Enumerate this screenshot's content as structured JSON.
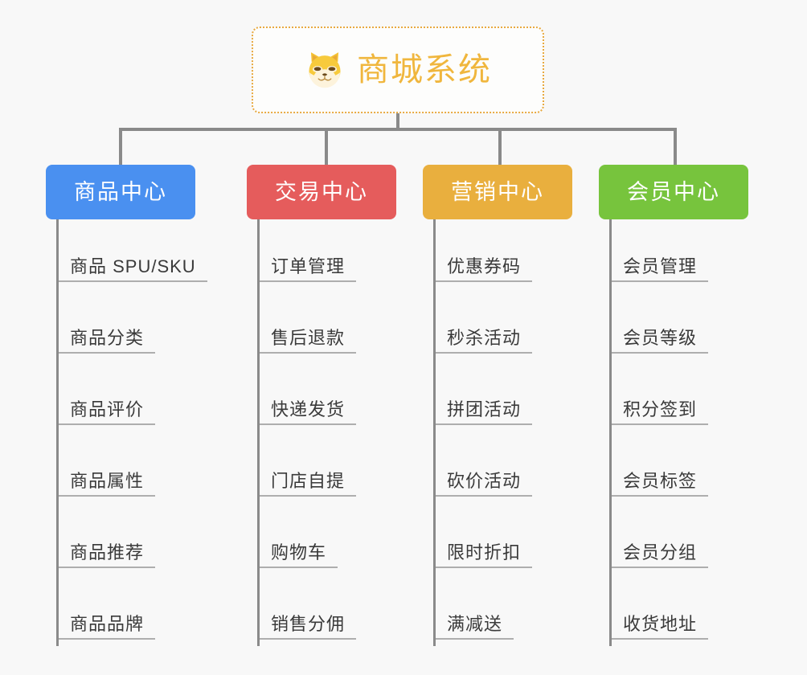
{
  "background_color": "#f8f8f8",
  "root": {
    "title": "商城系统",
    "icon": "shiba-inu-dog-face-icon",
    "text_color": "#f0b63d",
    "border_color": "#e8a940",
    "border_style": "dotted"
  },
  "connector_color": "#8a8a8a",
  "leaf_underline_color": "#aeaeae",
  "columns": [
    {
      "id": "product-center",
      "label": "商品中心",
      "color": "#4a90f0",
      "items": [
        "商品 SPU/SKU",
        "商品分类",
        "商品评价",
        "商品属性",
        "商品推荐",
        "商品品牌"
      ]
    },
    {
      "id": "trade-center",
      "label": "交易中心",
      "color": "#e55c5c",
      "items": [
        "订单管理",
        "售后退款",
        "快递发货",
        "门店自提",
        "购物车",
        "销售分佣"
      ]
    },
    {
      "id": "marketing-center",
      "label": "营销中心",
      "color": "#e9af3e",
      "items": [
        "优惠券码",
        "秒杀活动",
        "拼团活动",
        "砍价活动",
        "限时折扣",
        "满减送"
      ]
    },
    {
      "id": "member-center",
      "label": "会员中心",
      "color": "#77c43d",
      "items": [
        "会员管理",
        "会员等级",
        "积分签到",
        "会员标签",
        "会员分组",
        "收货地址"
      ]
    }
  ]
}
